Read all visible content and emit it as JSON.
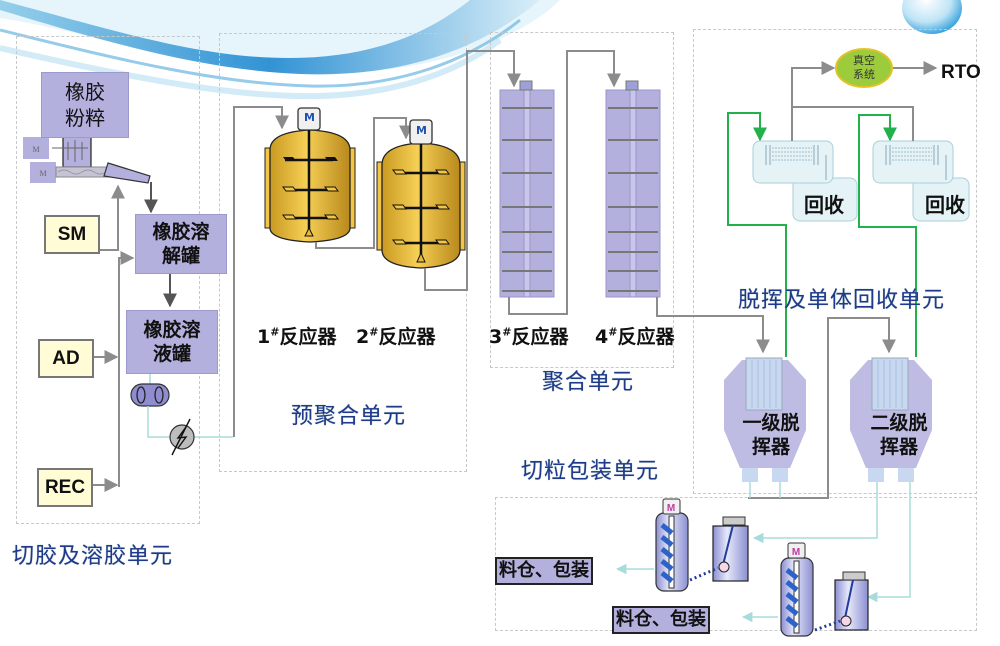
{
  "units": {
    "cutting": "切胶及溶胶单元",
    "prepoly": "预聚合单元",
    "poly": "聚合单元",
    "devol": "脱挥及单体回收单元",
    "pellet": "切粒包装单元"
  },
  "equipment": {
    "crusher": "橡胶粉粹",
    "dissolver": "橡胶溶解罐",
    "solution_tank": "橡胶溶液罐",
    "motor_label": "M",
    "vacuum": "真空系统",
    "rto": "RTO",
    "recovery_1": "回收",
    "recovery_2": "回收",
    "devol_1": "一级脱挥器",
    "devol_2": "二级脱挥器",
    "package_1": "料仓、包装",
    "package_2": "料仓、包装"
  },
  "feeds": {
    "sm": "SM",
    "ad": "AD",
    "rec": "REC"
  },
  "reactors": [
    {
      "num": "1",
      "mark": "#",
      "name": "反应器"
    },
    {
      "num": "2",
      "mark": "#",
      "name": "反应器"
    },
    {
      "num": "3",
      "mark": "#",
      "name": "反应器"
    },
    {
      "num": "4",
      "mark": "#",
      "name": "反应器"
    }
  ],
  "colors": {
    "process_box": "#b3b0de",
    "feed_box": "#fffcd6",
    "reactor_gold": "#e8b93a",
    "flow_line": "#8c8c8c",
    "green_line": "#22b14c",
    "cyan_line": "#a8dcdc",
    "title_blue": "#1f3a8a",
    "vacuum_green": "#9ccc3c"
  }
}
